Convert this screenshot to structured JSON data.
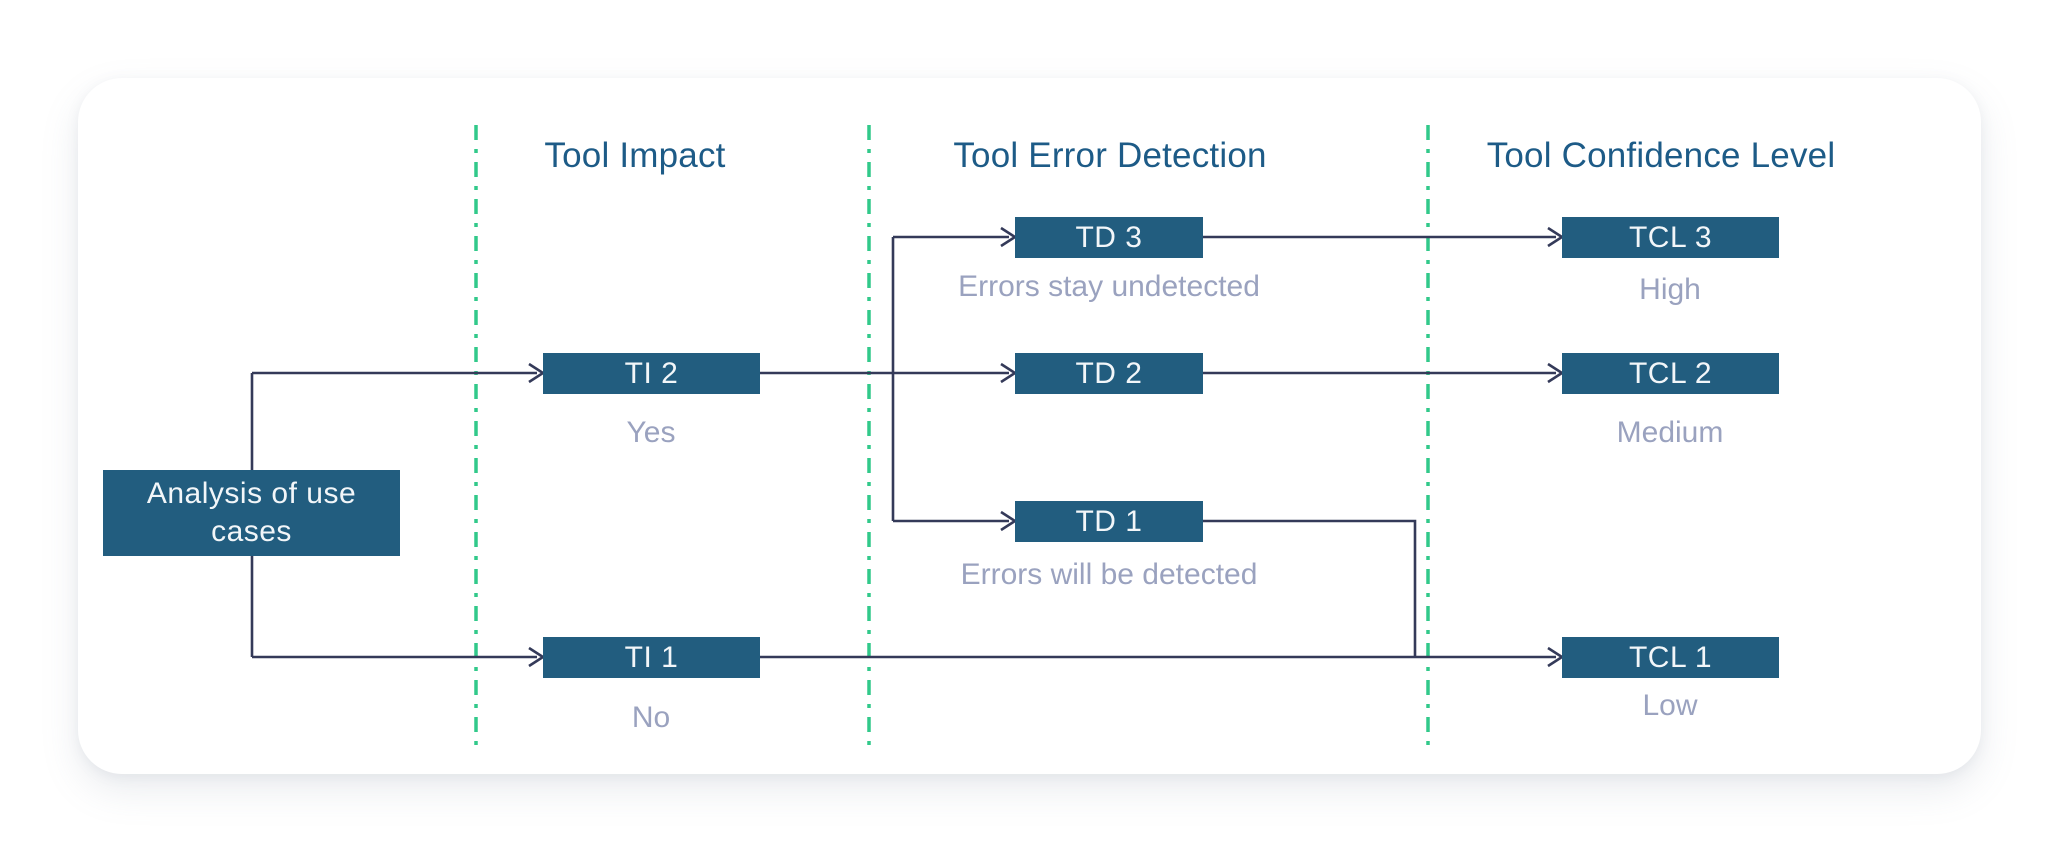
{
  "colors": {
    "page_bg": "#ffffff",
    "card_bg": "#ffffff",
    "node_fill": "#225d7f",
    "node_text": "#f2f6f9",
    "header_text": "#1d5b87",
    "sublabel_text": "#9aa2bf",
    "edge": "#343a59",
    "divider": "#31c98a"
  },
  "headers": {
    "impact": "Tool Impact",
    "detection": "Tool Error Detection",
    "confidence": "Tool Confidence Level"
  },
  "nodes": {
    "analysis": {
      "label": "Analysis of use cases"
    },
    "ti2": {
      "label": "TI 2",
      "sublabel": "Yes"
    },
    "ti1": {
      "label": "TI 1",
      "sublabel": "No"
    },
    "td3": {
      "label": "TD 3",
      "sublabel": "Errors stay undetected"
    },
    "td2": {
      "label": "TD 2"
    },
    "td1": {
      "label": "TD 1",
      "sublabel": "Errors will be detected"
    },
    "tcl3": {
      "label": "TCL 3",
      "sublabel": "High"
    },
    "tcl2": {
      "label": "TCL 2",
      "sublabel": "Medium"
    },
    "tcl1": {
      "label": "TCL 1",
      "sublabel": "Low"
    }
  }
}
